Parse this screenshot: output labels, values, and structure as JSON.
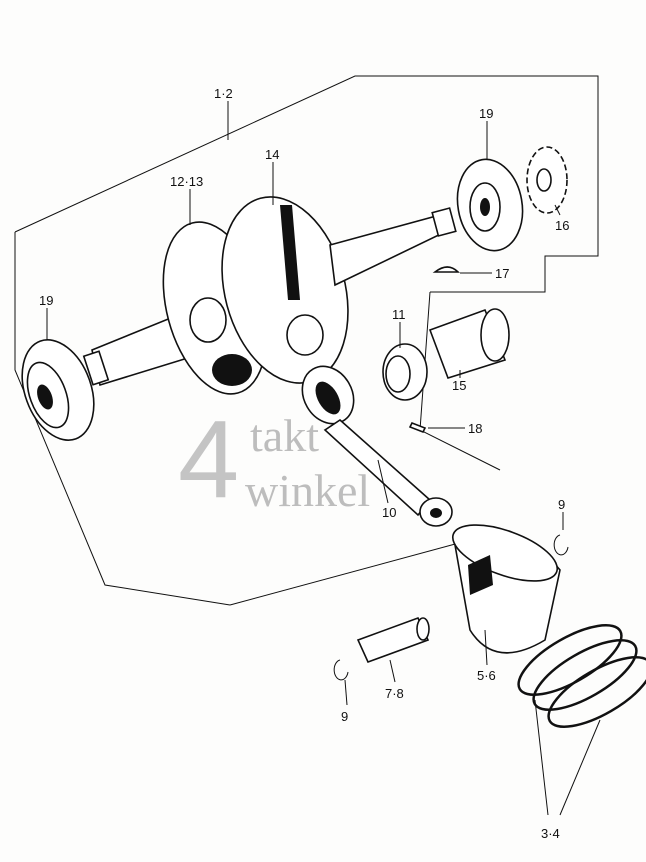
{
  "diagram": {
    "callouts": [
      {
        "id": "crankshaft-assembly",
        "text": "1·2"
      },
      {
        "id": "flywheel-left",
        "text": "12·13"
      },
      {
        "id": "flywheel-right",
        "text": "14"
      },
      {
        "id": "bearing-right",
        "text": "19"
      },
      {
        "id": "sprocket",
        "text": "16"
      },
      {
        "id": "woodruff-key",
        "text": "17"
      },
      {
        "id": "needle-bearing",
        "text": "11"
      },
      {
        "id": "crank-pin",
        "text": "15"
      },
      {
        "id": "pin",
        "text": "18"
      },
      {
        "id": "connecting-rod",
        "text": "10"
      },
      {
        "id": "bearing-left",
        "text": "19"
      },
      {
        "id": "clip-right",
        "text": "9"
      },
      {
        "id": "piston",
        "text": "5·6"
      },
      {
        "id": "piston-pin",
        "text": "7·8"
      },
      {
        "id": "clip-left",
        "text": "9"
      },
      {
        "id": "piston-rings",
        "text": "3·4"
      }
    ],
    "watermark": {
      "digit": "4",
      "line1": "takt",
      "line2": "winkel"
    }
  }
}
